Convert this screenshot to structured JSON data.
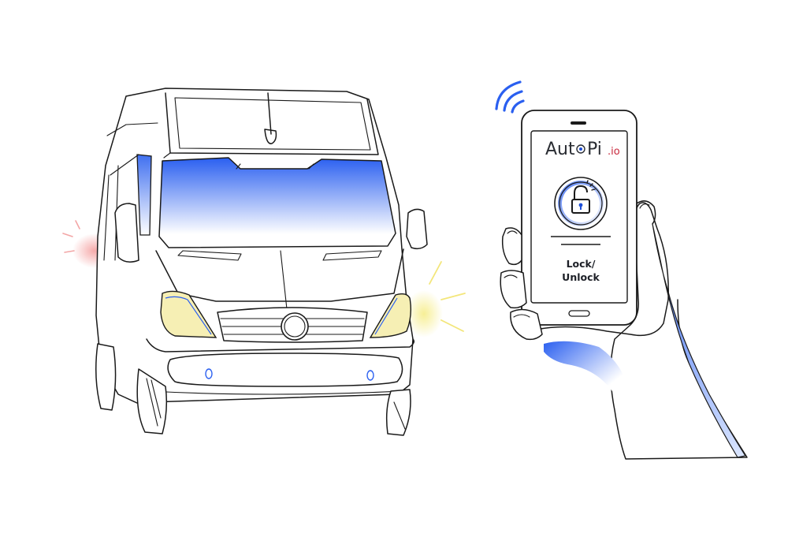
{
  "app": {
    "logo_main": "Aut",
    "logo_o": "o",
    "logo_pi": "Pi",
    "logo_suffix": ".io",
    "brand_color": "#1e4fd8",
    "logo_suffix_color": "#c8283c"
  },
  "phone": {
    "button_line1": "Lock/",
    "button_line2": "Unlock",
    "button_icon": "padlock-icon",
    "signal_icon": "wireless-signal-icon"
  },
  "colors": {
    "glass_blue": "#2a5ff0",
    "headlight_yellow": "#f7f1b0",
    "flash_red": "#f3a6a6",
    "flash_yellow": "#f6e86a"
  }
}
